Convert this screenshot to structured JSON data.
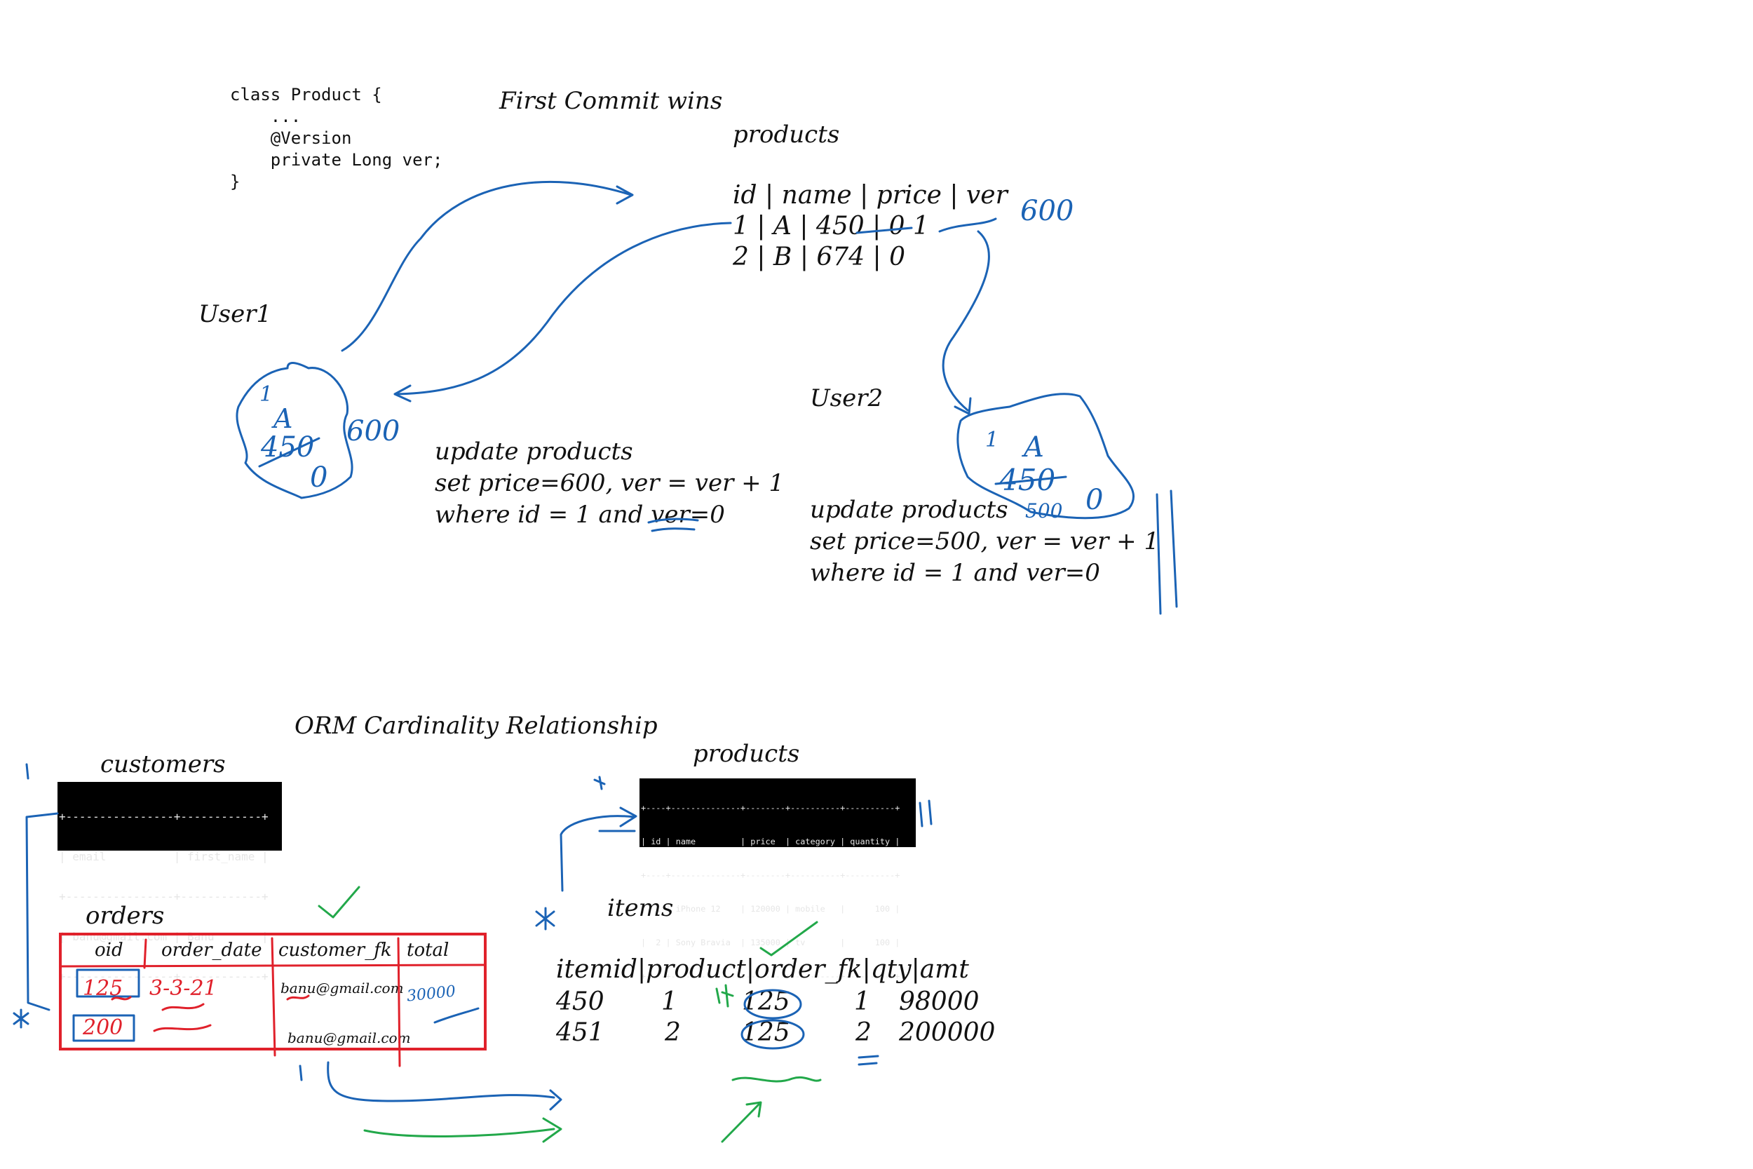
{
  "code": {
    "lines": [
      "class Product {",
      "    ...",
      "    @Version",
      "    private Long ver;",
      "}"
    ]
  },
  "top": {
    "title": "First Commit wins",
    "products_label": "products",
    "header": "id | name | price |  ver",
    "row1": "1  |  A      | 450 | 0 1",
    "row1_new_price": "600",
    "row2": "2 | B      | 674 | 0",
    "user1": "User1",
    "user2": "User2",
    "blob1": {
      "one": "1",
      "a": "A",
      "old_price": "450",
      "new_price": "600",
      "ver": "0"
    },
    "blob2": {
      "one": "1",
      "a": "A",
      "old_price": "450",
      "new_price": "500",
      "ver": "0"
    },
    "update1": [
      "update products",
      "set price=600, ver = ver + 1",
      " where id = 1 and ver=0"
    ],
    "update2": [
      "update products",
      "set price=500, ver = ver + 1",
      " where id = 1 and ver=0"
    ]
  },
  "bottom": {
    "title": "ORM Cardinality Relationship",
    "customers_label": "customers",
    "customers_table": [
      "+----------------+------------+",
      "| email          | first_name |",
      "+----------------+------------+",
      "| banu@gmail.com | Banu       |",
      "+----------------+------------+"
    ],
    "products_label": "products",
    "products_table": [
      "+----+--------------+--------+----------+----------+",
      "| id | name         | price  | category | quantity |",
      "+----+--------------+--------+----------+----------+",
      "|  1 | iPhone 12    | 120000 | mobile   |      100 |",
      "|  2 | Sony Bravia  | 135000 | tv       |      100 |",
      "+----+--------------+--------+----------+----------+"
    ],
    "orders_label": "orders",
    "orders_headers": [
      "oid",
      "order_date",
      "customer_fk",
      "total"
    ],
    "orders_rows": [
      {
        "oid": "125",
        "order_date": "3-3-21",
        "customer_fk": "banu@gmail.com",
        "total": "30000"
      },
      {
        "oid": "200",
        "order_date": "",
        "customer_fk": "banu@gmail.com",
        "total": ""
      }
    ],
    "items_label": "items",
    "items_header": "itemid|product|order_fk|qty|amt",
    "items_rows": [
      {
        "itemid": "450",
        "product": "1",
        "order_fk": "125",
        "qty": "1",
        "amt": "98000"
      },
      {
        "itemid": "451",
        "product": "2",
        "order_fk": "125",
        "qty": "2",
        "amt": "200000"
      }
    ]
  }
}
